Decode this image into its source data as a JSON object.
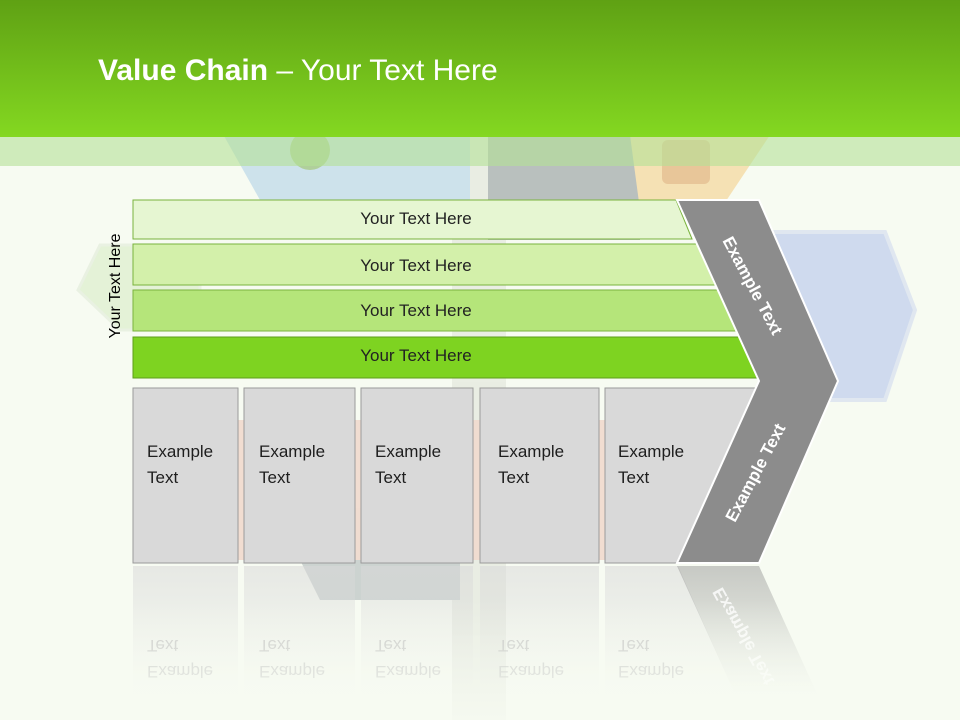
{
  "slide": {
    "title_bold": "Value Chain",
    "title_rest": " – Your Text Here",
    "side_label": "Your Text Here",
    "bars": [
      "Your Text Here",
      "Your Text Here",
      "Your Text Here",
      "Your Text Here"
    ],
    "boxes": [
      {
        "line1": "Example",
        "line2": "Text"
      },
      {
        "line1": "Example",
        "line2": "Text"
      },
      {
        "line1": "Example",
        "line2": "Text"
      },
      {
        "line1": "Example",
        "line2": "Text"
      },
      {
        "line1": "Example",
        "line2": "Text"
      }
    ],
    "chevron_upper": "Example Text",
    "chevron_lower": "Example Text"
  },
  "colors": {
    "header": "#84d821",
    "bar1": "#e6f6d2",
    "bar2": "#d3f0aa",
    "bar3": "#b5e57a",
    "bar4": "#7ed321",
    "box": "#d9d9d9",
    "chevron": "#8c8c8c"
  },
  "background_icons": [
    "twitter-bird-icon",
    "phone-icon",
    "media-sign-icon"
  ]
}
